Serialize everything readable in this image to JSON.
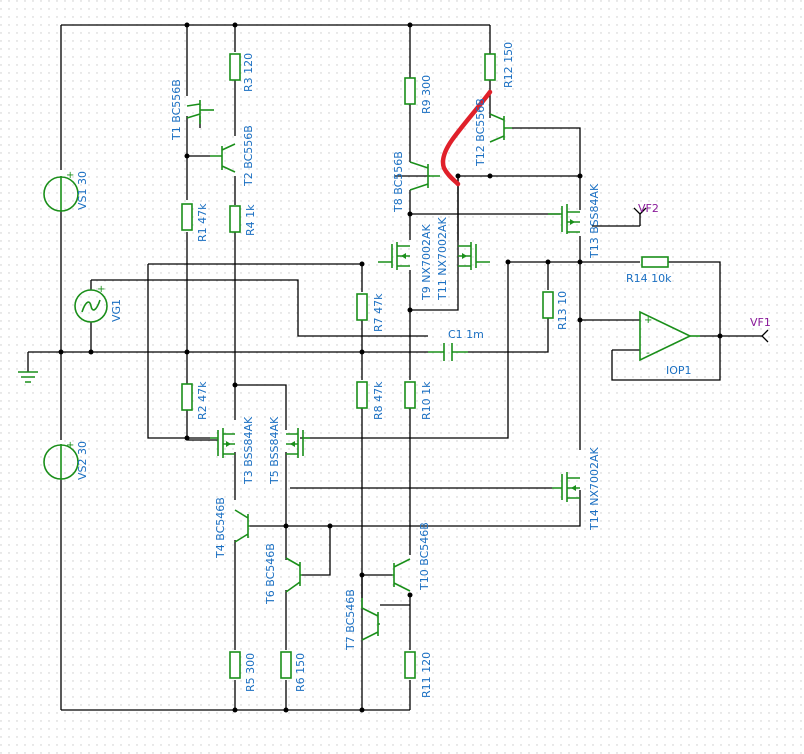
{
  "components": {
    "VS1": "VS1 30",
    "VS2": "VS2 30",
    "VG1": "VG1",
    "T1": "T1 BC556B",
    "T2": "T2 BC556B",
    "T3": "T3 BSS84AK",
    "T4": "T4 BC546B",
    "T5": "T5 BSS84AK",
    "T6": "T6 BC546B",
    "T7": "T7 BC546B",
    "T8": "T8 BC556B",
    "T9": "T9 NX7002AK",
    "T10": "T10 BC546B",
    "T11": "T11 NX7002AK",
    "T12": "T12 BC556B",
    "T13": "T13 BSS84AK",
    "T14": "T14 NX7002AK",
    "R1": "R1 47k",
    "R2": "R2 47k",
    "R3": "R3 120",
    "R4": "R4 1k",
    "R5": "R5 300",
    "R6": "R6 150",
    "R7": "R7 47k",
    "R8": "R8 47k",
    "R9": "R9 300",
    "R10": "R10 1k",
    "R11": "R11 120",
    "R12": "R12 150",
    "R13": "R13 10",
    "R14": "R14 10k",
    "C1": "C1 1m",
    "IOP1": "IOP1",
    "VF1": "VF1",
    "VF2": "VF2"
  },
  "pins": {
    "plus": "+",
    "minus": "-"
  },
  "colors": {
    "wire": "#000000",
    "component": "#1a8f1a",
    "label": "#1a6fc2",
    "probe": "#8a1a9a",
    "annotation": "#e0202a"
  }
}
